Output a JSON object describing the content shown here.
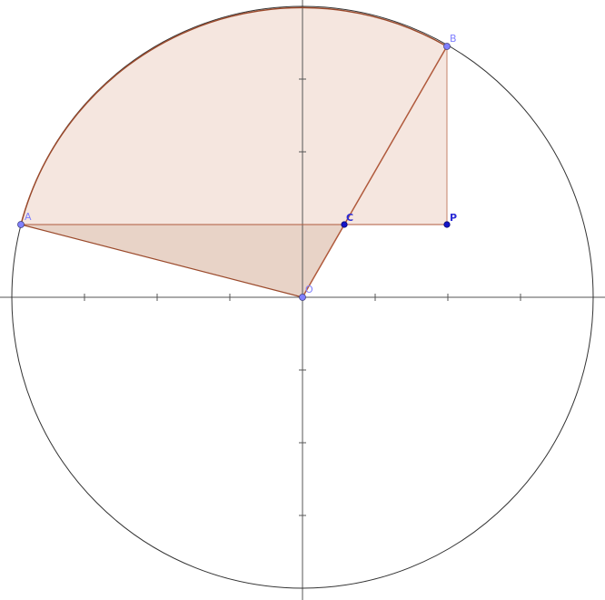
{
  "points": {
    "A": {
      "label": "A"
    },
    "B": {
      "label": "B"
    },
    "C": {
      "label": "C"
    },
    "P": {
      "label": "P"
    },
    "O": {
      "label": "O"
    }
  },
  "colors": {
    "region_fill": "#f5e6df",
    "triangle_fill": "#e8d3c7",
    "arc_stroke": "#9b4a2c",
    "edge_stroke": "#b05a3c",
    "axis_stroke": "#555555",
    "circle_stroke": "#333333",
    "free_point": "#8080ff",
    "dependent_point": "#1515c8"
  }
}
